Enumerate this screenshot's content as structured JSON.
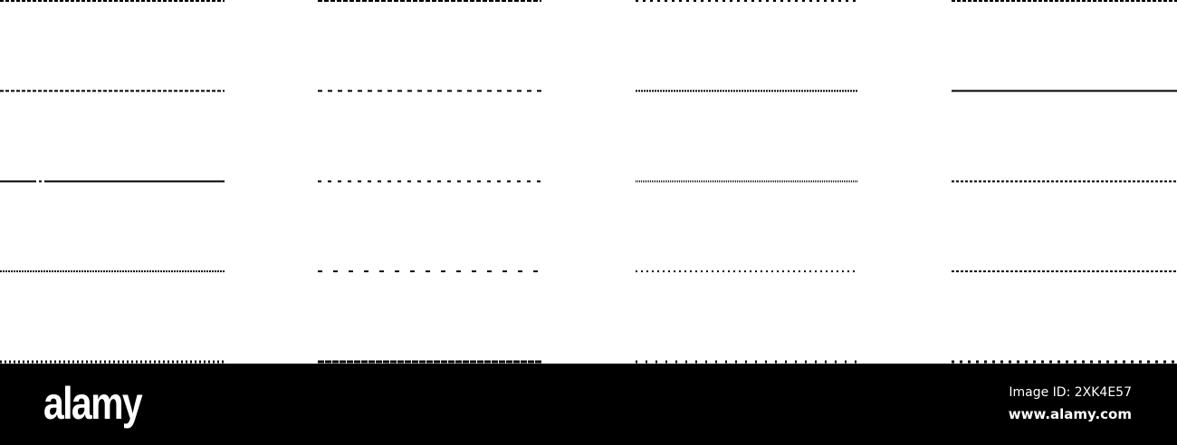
{
  "line_samples": [
    {
      "style": "dash-medium"
    },
    {
      "style": "dash-long-thin"
    },
    {
      "style": "dash-sparse"
    },
    {
      "style": "dash-medium"
    },
    {
      "style": "dash-medium"
    },
    {
      "style": "dash-wide-gap"
    },
    {
      "style": "dash-fine"
    },
    {
      "style": "solid"
    },
    {
      "style": "long-short"
    },
    {
      "style": "dash-sparse-small"
    },
    {
      "style": "dotted-fine"
    },
    {
      "style": "dash-small"
    },
    {
      "style": "dash-fine"
    },
    {
      "style": "dash-wide-gap-large"
    },
    {
      "style": "dotted-sparse"
    },
    {
      "style": "dash-small"
    },
    {
      "style": "ticks-small"
    },
    {
      "style": "ticks-dense"
    },
    {
      "style": "ticks-sparse"
    },
    {
      "style": "ticks-medium"
    }
  ],
  "colors": {
    "line": "#000000",
    "background": "#ffffff",
    "footer": "#000000",
    "footer_text": "#ffffff"
  },
  "footer": {
    "logo_text": "alamy",
    "image_id": "Image ID: 2XK4E57",
    "site_url": "www.alamy.com"
  }
}
